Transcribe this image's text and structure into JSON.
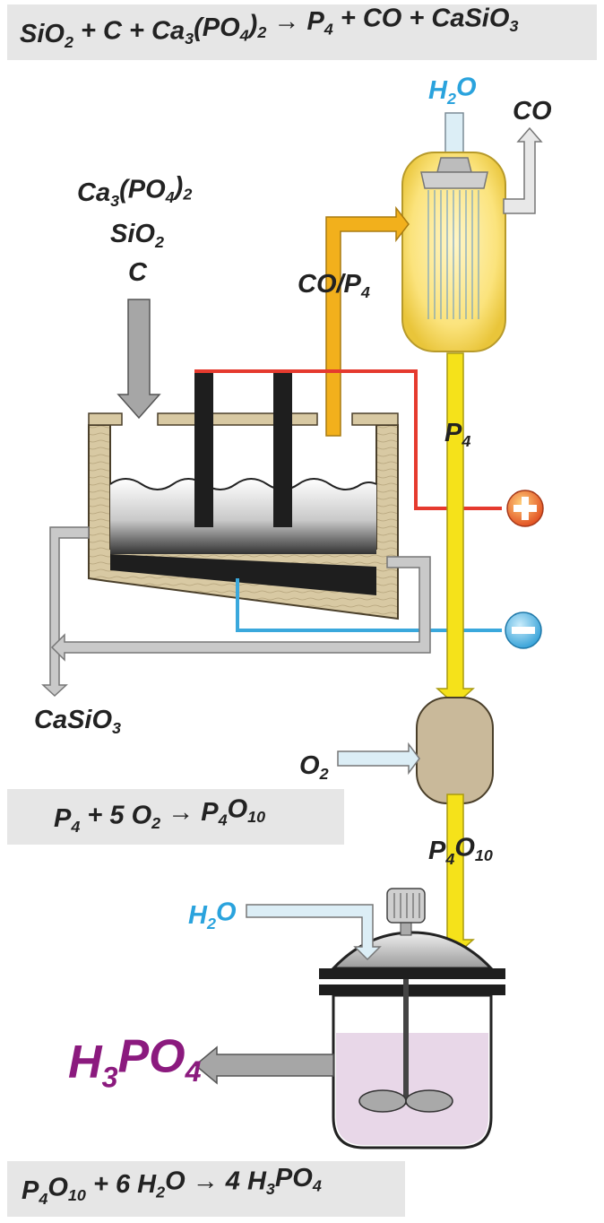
{
  "equations": {
    "top": [
      "SiO",
      "2",
      " + C + Ca",
      "3",
      "(PO",
      "4",
      ")",
      "2",
      " → P",
      "4",
      " + CO + CaSiO",
      "3"
    ],
    "middle": [
      "P",
      "4",
      " + 5 O",
      "2",
      " → P",
      "4",
      "O",
      "10"
    ],
    "bottom": [
      "P",
      "4",
      "O",
      "10",
      " + 6 H",
      "2",
      "O  → 4 H",
      "3",
      "PO",
      "4"
    ]
  },
  "labels": {
    "water_top": [
      "H",
      "2",
      "O"
    ],
    "co_out": "CO",
    "feed_1": [
      "Ca",
      "3",
      "(PO",
      "4",
      ")",
      "2"
    ],
    "feed_2": [
      "SiO",
      "2"
    ],
    "feed_3": "C",
    "co_p4": [
      "CO/P",
      "4"
    ],
    "p4": [
      "P",
      "4"
    ],
    "slag": [
      "CaSiO",
      "3"
    ],
    "oxygen": [
      "O",
      "2"
    ],
    "p4o10": [
      "P",
      "4",
      "O",
      "10"
    ],
    "water_bottom": [
      "H",
      "2",
      "O"
    ],
    "product": [
      "H",
      "3",
      "PO",
      "4"
    ],
    "plus": "+",
    "minus": "−"
  },
  "colors": {
    "equation_box": "#e6e6e6",
    "water_label": "#2aa3dd",
    "product_label": "#8b1a7e",
    "hot_line": "#e53a2e",
    "cold_line": "#3aa8dc",
    "phosphorus_pipe": "#f5e21a",
    "gas_pipe": "#f2b01c",
    "condenser": "#fbe37c",
    "burner": "#c9b99a",
    "furnace_wall": "#d8c9a3",
    "grey_pipe": "#a9a9a9"
  }
}
